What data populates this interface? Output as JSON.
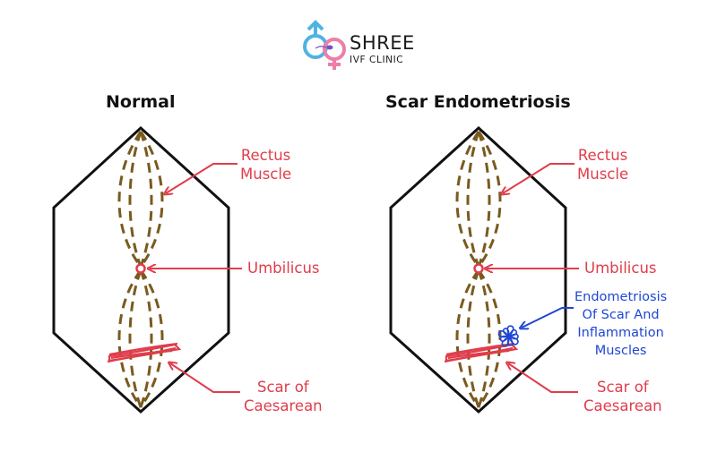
{
  "logo": {
    "name": "SHREE",
    "subtitle": "IVF CLINIC",
    "colors": {
      "male": "#4fb3e3",
      "female": "#ec7fa9"
    }
  },
  "panels": [
    {
      "title": "Normal",
      "labels": {
        "rectus_line1": "Rectus",
        "rectus_line2": "Muscle",
        "umbilicus": "Umbilicus",
        "scar_line1": "Scar of",
        "scar_line2": "Caesarean"
      }
    },
    {
      "title": "Scar Endometriosis",
      "labels": {
        "rectus_line1": "Rectus",
        "rectus_line2": "Muscle",
        "umbilicus": "Umbilicus",
        "endo_line1": "Endometriosis",
        "endo_line2": "Of Scar And",
        "endo_line3": "Inflammation",
        "endo_line4": "Muscles",
        "scar_line1": "Scar of",
        "scar_line2": "Caesarean"
      }
    }
  ],
  "colors": {
    "outline": "#111111",
    "muscle": "#7a5a1f",
    "label_red": "#e03d4b",
    "label_blue": "#1f46d6"
  }
}
